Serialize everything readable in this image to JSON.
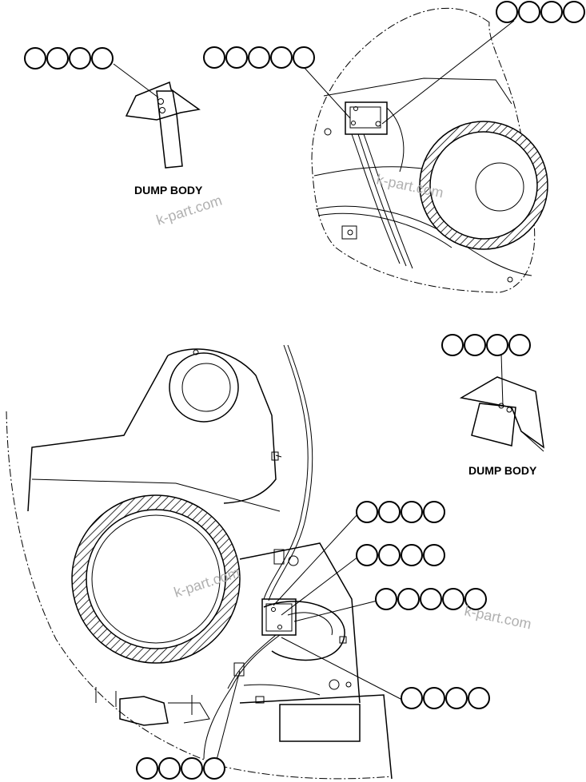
{
  "labels": {
    "dump_body_top": "DUMP BODY",
    "dump_body_right": "DUMP BODY"
  },
  "watermarks": [
    "k-part.com",
    "k-part.com",
    "k-part.com",
    "k-part.com"
  ],
  "callouts": [
    {
      "id": "c1",
      "bubbles": 4
    },
    {
      "id": "c2",
      "bubbles": 5
    },
    {
      "id": "c3",
      "bubbles": 4
    },
    {
      "id": "c4",
      "bubbles": 4
    },
    {
      "id": "c5",
      "bubbles": 4
    },
    {
      "id": "c6",
      "bubbles": 4
    },
    {
      "id": "c7",
      "bubbles": 5
    },
    {
      "id": "c8",
      "bubbles": 4
    },
    {
      "id": "c9",
      "bubbles": 4
    }
  ]
}
